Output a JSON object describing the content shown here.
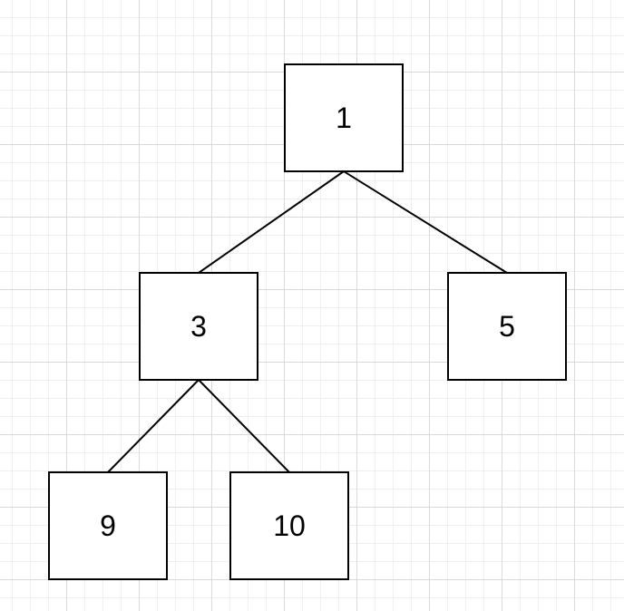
{
  "tree": {
    "nodes": [
      {
        "id": "node-1",
        "label": "1"
      },
      {
        "id": "node-3",
        "label": "3"
      },
      {
        "id": "node-5",
        "label": "5"
      },
      {
        "id": "node-9",
        "label": "9"
      },
      {
        "id": "node-10",
        "label": "10"
      }
    ],
    "edges": [
      {
        "from": "node-1",
        "to": "node-3"
      },
      {
        "from": "node-1",
        "to": "node-5"
      },
      {
        "from": "node-3",
        "to": "node-9"
      },
      {
        "from": "node-3",
        "to": "node-10"
      }
    ]
  },
  "colors": {
    "line": "#000000",
    "node_border": "#000000",
    "node_fill": "#ffffff"
  }
}
